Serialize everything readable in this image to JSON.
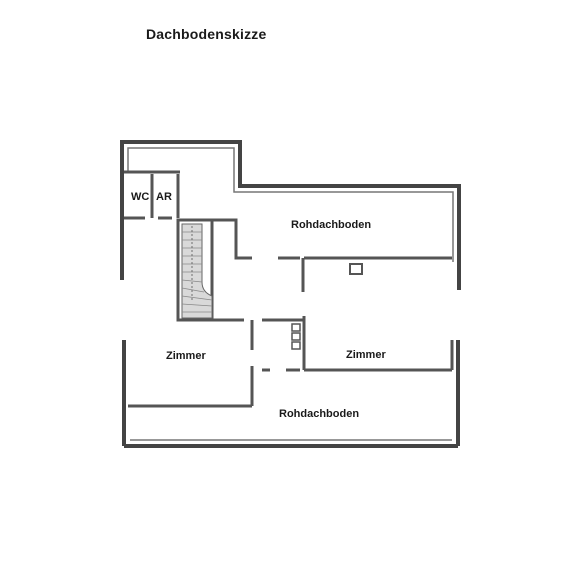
{
  "title": "Dachbodenskizze",
  "rooms": {
    "wc": "WC",
    "ar": "AR",
    "rohdachboden_top": "Rohdachboden",
    "zimmer_left": "Zimmer",
    "zimmer_right": "Zimmer",
    "rohdachboden_bottom": "Rohdachboden"
  },
  "colors": {
    "wall_outer": "#3a3a3a",
    "wall_fill": "#8c8c8c",
    "wall_light": "#9a9a9a",
    "stair_fill": "#d6d6d6"
  }
}
